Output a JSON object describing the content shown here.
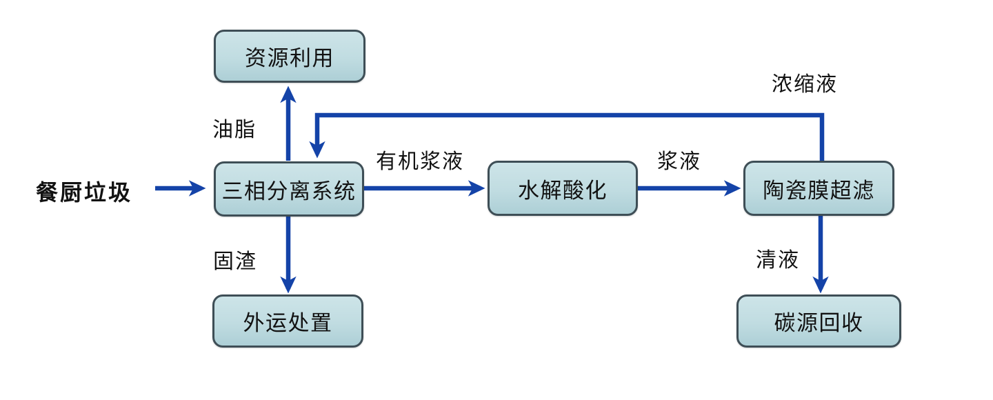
{
  "colors": {
    "background": "#ffffff",
    "box_fill_light": "#cde4e8",
    "box_fill": "#c0dce1",
    "box_fill_dark": "#adcfd6",
    "box_border": "#3e4e56",
    "arrow": "#1443a8",
    "text": "#121212"
  },
  "nodes": {
    "source": {
      "label": "餐厨垃圾"
    },
    "resource": {
      "label": "资源利用"
    },
    "separation": {
      "label": "三相分离系统"
    },
    "disposal": {
      "label": "外运处置"
    },
    "hydrolysis": {
      "label": "水解酸化"
    },
    "ceramic": {
      "label": "陶瓷膜超滤"
    },
    "carbon": {
      "label": "碳源回收"
    }
  },
  "edges": [
    {
      "from": "source",
      "to": "separation",
      "label": ""
    },
    {
      "from": "separation",
      "to": "resource",
      "label": "油脂"
    },
    {
      "from": "separation",
      "to": "disposal",
      "label": "固渣"
    },
    {
      "from": "separation",
      "to": "hydrolysis",
      "label": "有机浆液"
    },
    {
      "from": "hydrolysis",
      "to": "ceramic",
      "label": "浆液"
    },
    {
      "from": "ceramic",
      "to": "carbon",
      "label": "清液"
    },
    {
      "from": "ceramic",
      "to": "separation",
      "label": "浓缩液"
    }
  ]
}
